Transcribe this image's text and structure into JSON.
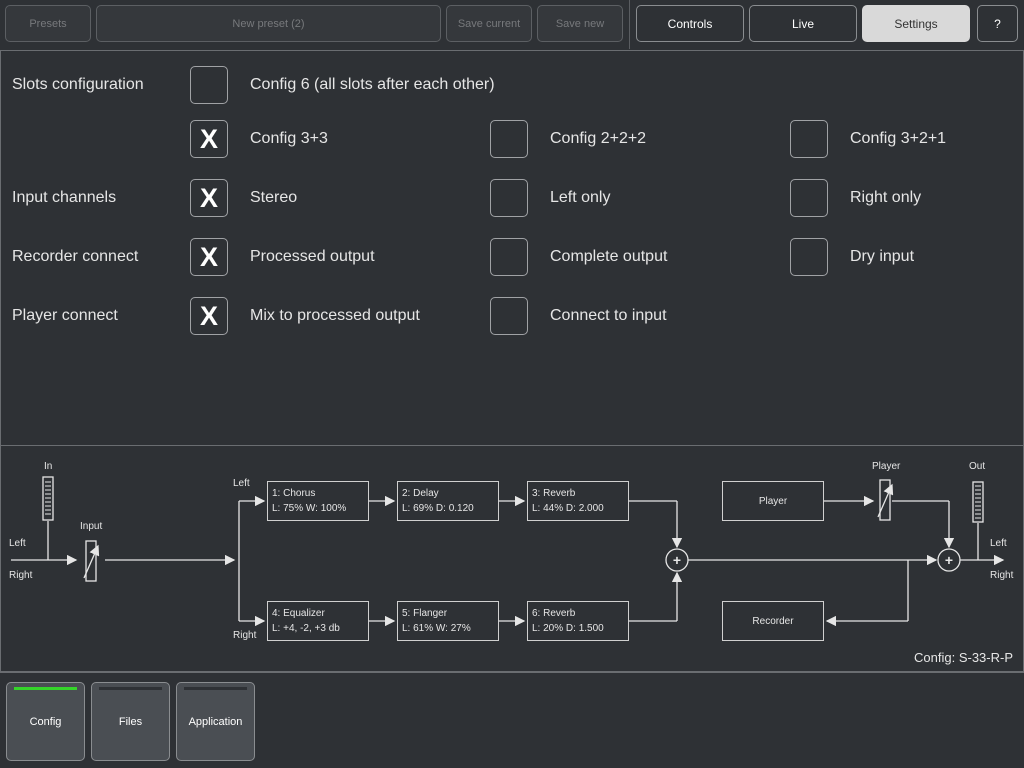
{
  "top_left": {
    "presets": "Presets",
    "preset_name": "New preset (2)",
    "save_current": "Save current",
    "save_new": "Save new"
  },
  "top_right": {
    "controls": "Controls",
    "live": "Live",
    "settings": "Settings",
    "help": "?"
  },
  "settings": {
    "slots_label": "Slots configuration",
    "slots": [
      {
        "label": "Config 6 (all slots after each other)",
        "checked": false,
        "mark": ""
      },
      {
        "label": "Config 3+3",
        "checked": true,
        "mark": "X"
      },
      {
        "label": "Config 2+2+2",
        "checked": false,
        "mark": ""
      },
      {
        "label": "Config 3+2+1",
        "checked": false,
        "mark": ""
      }
    ],
    "input_label": "Input channels",
    "input": [
      {
        "label": "Stereo",
        "checked": true,
        "mark": "X"
      },
      {
        "label": "Left only",
        "checked": false,
        "mark": ""
      },
      {
        "label": "Right only",
        "checked": false,
        "mark": ""
      }
    ],
    "recorder_label": "Recorder connect",
    "recorder": [
      {
        "label": "Processed output",
        "checked": true,
        "mark": "X"
      },
      {
        "label": "Complete output",
        "checked": false,
        "mark": ""
      },
      {
        "label": "Dry input",
        "checked": false,
        "mark": ""
      }
    ],
    "player_label": "Player connect",
    "player": [
      {
        "label": "Mix to processed output",
        "checked": true,
        "mark": "X"
      },
      {
        "label": "Connect to input",
        "checked": false,
        "mark": ""
      }
    ]
  },
  "diagram": {
    "in_label": "In",
    "input_label": "Input",
    "left_in": "Left",
    "right_in": "Right",
    "left_branch": "Left",
    "right_branch": "Right",
    "player_label": "Player",
    "out_label": "Out",
    "left_out": "Left",
    "right_out": "Right",
    "slots": [
      {
        "title": "1: Chorus",
        "params": "L: 75% W: 100%"
      },
      {
        "title": "2: Delay",
        "params": "L: 69% D: 0.120"
      },
      {
        "title": "3: Reverb",
        "params": "L: 44% D: 2.000"
      },
      {
        "title": "4: Equalizer",
        "params": "L: +4, -2, +3 db"
      },
      {
        "title": "5: Flanger",
        "params": "L: 61% W: 27%"
      },
      {
        "title": "6: Reverb",
        "params": "L: 20% D: 1.500"
      }
    ],
    "player_box": "Player",
    "recorder_box": "Recorder",
    "config_text": "Config: S-33-R-P",
    "plus_symbol": "+"
  },
  "bottom_tabs": [
    {
      "label": "Config",
      "active": true
    },
    {
      "label": "Files",
      "active": false
    },
    {
      "label": "Application",
      "active": false
    }
  ],
  "colors": {
    "background": "#2e3135",
    "active_indicator": "#35d42a",
    "selected_button": "#d9d9d9"
  }
}
